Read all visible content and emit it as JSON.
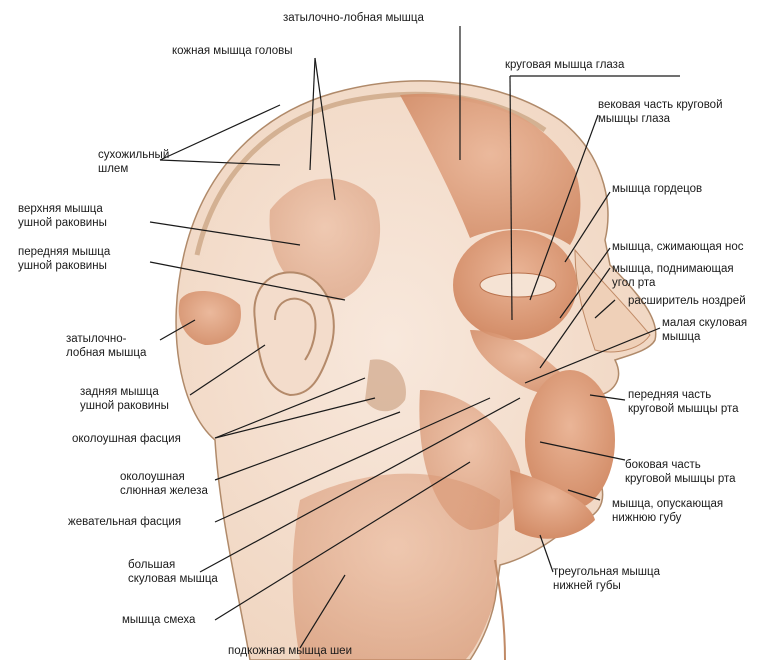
{
  "labels": {
    "occipitofrontalis_top": "затылочно-лобная мышца",
    "scalp_muscle": "кожная мышца головы",
    "orbicularis_oculi": "круговая мышца глаза",
    "palpebral_part": "вековая часть круговой\nмышцы глаза",
    "galea": "сухожильный\nшлем",
    "procerus": "мышца гордецов",
    "superior_auricular": "верхняя мышца\nушной раковины",
    "nasalis": "мышца, сжимающая нос",
    "anterior_auricular": "передняя мышца\nушной раковины",
    "levator_anguli_oris": "мышца, поднимающая\nугол рта",
    "nasal_dilator": "расширитель ноздрей",
    "zygomaticus_minor": "малая скуловая\nмышца",
    "occipitofrontalis_back": "затылочно-\nлобная мышца",
    "orbicularis_oris_anterior": "передняя часть\nкруговой мышцы рта",
    "posterior_auricular": "задняя мышца\nушной раковины",
    "parotid_fascia": "околоушная фасция",
    "orbicularis_oris_lateral": "боковая часть\nкруговой мышцы рта",
    "parotid_gland": "околоушная\nслюнная железа",
    "depressor_labii": "мышца, опускающая\nнижнюю губу",
    "masseteric_fascia": "жевательная фасция",
    "zygomaticus_major": "большая\nскуловая мышца",
    "depressor_anguli": "треугольная мышца\nнижней губы",
    "risorius": "мышца смеха",
    "platysma": "подкожная мышца шеи"
  },
  "colors": {
    "background": "#ffffff",
    "skin": "#f3dcc9",
    "muscle": "#e1a07a",
    "muscle_dark": "#c9784f",
    "fascia": "#eed6c1",
    "leader": "#1a1a1a"
  }
}
